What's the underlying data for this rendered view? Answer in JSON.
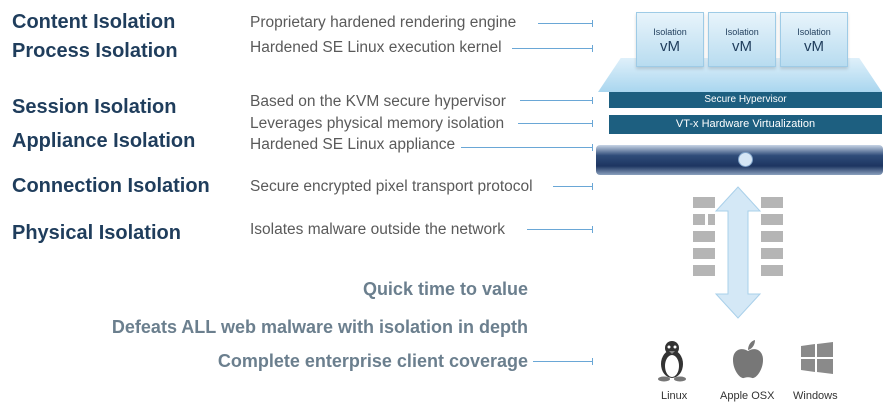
{
  "isolation_labels": [
    "Content Isolation",
    "Process Isolation",
    "Session Isolation",
    "Appliance Isolation",
    "Connection Isolation",
    "Physical Isolation"
  ],
  "descriptions": [
    "Proprietary hardened rendering engine",
    "Hardened SE Linux execution kernel",
    "Based on the KVM secure hypervisor",
    "Leverages physical memory isolation",
    "Hardened SE Linux appliance",
    "Secure encrypted pixel transport protocol",
    "Isolates malware outside the network"
  ],
  "benefits": [
    "Quick time to value",
    "Defeats ALL web malware with isolation in depth",
    "Complete enterprise client coverage"
  ],
  "stack": {
    "vms": [
      {
        "line1": "Isolation",
        "line2": "vM"
      },
      {
        "line1": "Isolation",
        "line2": "vM"
      },
      {
        "line1": "Isolation",
        "line2": "vM"
      }
    ],
    "hypervisor_label": "Secure Hypervisor",
    "hardware_label": "VT-x Hardware Virtualization"
  },
  "clients": [
    {
      "icon": "linux-penguin-icon",
      "label": "Linux"
    },
    {
      "icon": "apple-icon",
      "label": "Apple OSX"
    },
    {
      "icon": "windows-icon",
      "label": "Windows"
    }
  ],
  "colors": {
    "heading": "#1f3d5c",
    "description": "#5a5a5a",
    "benefit": "#6b7f8e",
    "connector": "#6aa7d6",
    "bar": "#1d5f80",
    "firewall": "#b0b0b0"
  }
}
